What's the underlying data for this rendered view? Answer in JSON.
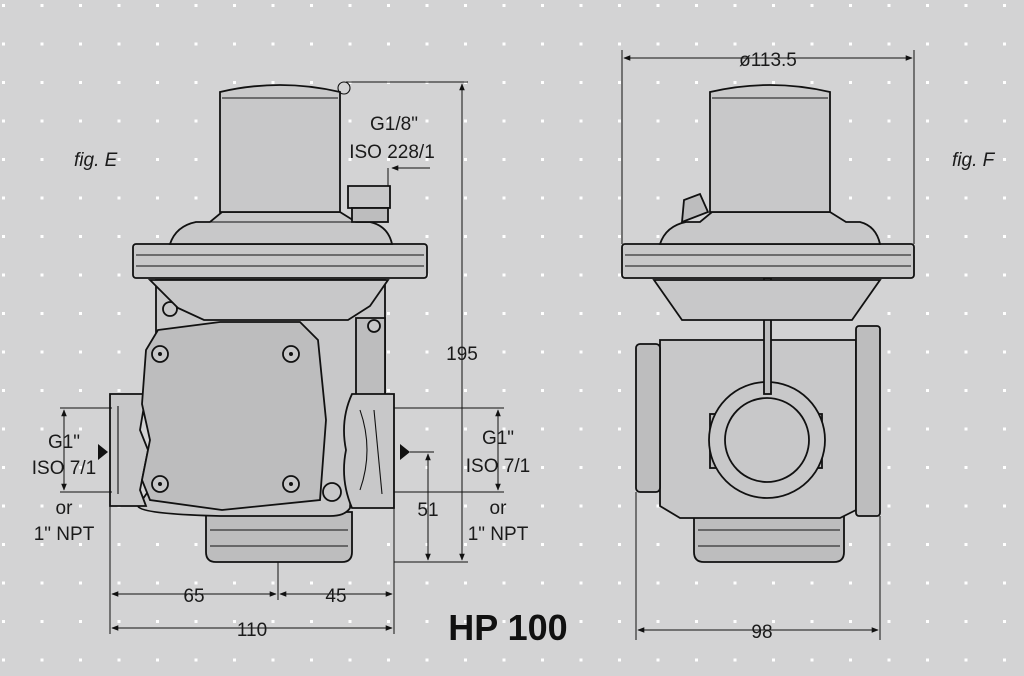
{
  "figures": {
    "left_label": "fig. E",
    "right_label": "fig. F"
  },
  "model": "HP 100",
  "fig_e": {
    "gauge_port_line1": "G1/8\"",
    "gauge_port_line2": "ISO 228/1",
    "height": "195",
    "inlet_line1": "G1\"",
    "inlet_line2": "ISO 7/1",
    "inlet_line3": "or",
    "inlet_line4": "1\" NPT",
    "outlet_line1": "G1\"",
    "outlet_line2": "ISO 7/1",
    "outlet_line3": "or",
    "outlet_line4": "1\" NPT",
    "outlet_axis_height": "51",
    "inlet_to_axis": "65",
    "axis_to_outlet": "45",
    "total_length": "110"
  },
  "fig_f": {
    "diameter": "ø113.5",
    "depth": "98"
  },
  "colors": {
    "background": "#d3d3d4",
    "ink": "#111111",
    "body": "#c8c8c9"
  }
}
